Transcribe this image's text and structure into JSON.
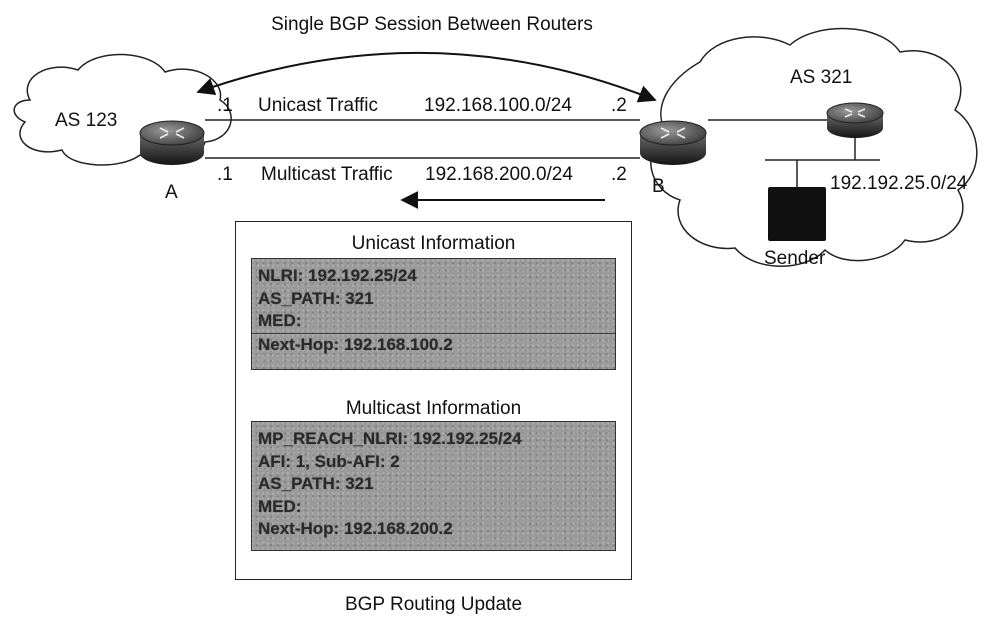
{
  "title": "Single BGP Session Between Routers",
  "as_left": "AS 123",
  "as_right": "AS 321",
  "router_a": "A",
  "router_b": "B",
  "link_top": {
    "left_addr": ".1",
    "label": "Unicast Traffic",
    "network": "192.168.100.0/24",
    "right_addr": ".2"
  },
  "link_bottom": {
    "left_addr": ".1",
    "label": "Multicast Traffic",
    "network": "192.168.200.0/24",
    "right_addr": ".2"
  },
  "lan_network": "192.192.25.0/24",
  "sender": "Sender",
  "update": {
    "caption": "BGP Routing Update",
    "unicast": {
      "title": "Unicast Information",
      "lines": [
        "NLRI: 192.192.25/24",
        "AS_PATH: 321",
        "MED:",
        "Next-Hop: 192.168.100.2"
      ]
    },
    "multicast": {
      "title": "Multicast Information",
      "lines": [
        "MP_REACH_NLRI: 192.192.25/24",
        "AFI: 1, Sub-AFI: 2",
        "AS_PATH: 321",
        "MED:",
        "Next-Hop: 192.168.200.2"
      ]
    }
  }
}
